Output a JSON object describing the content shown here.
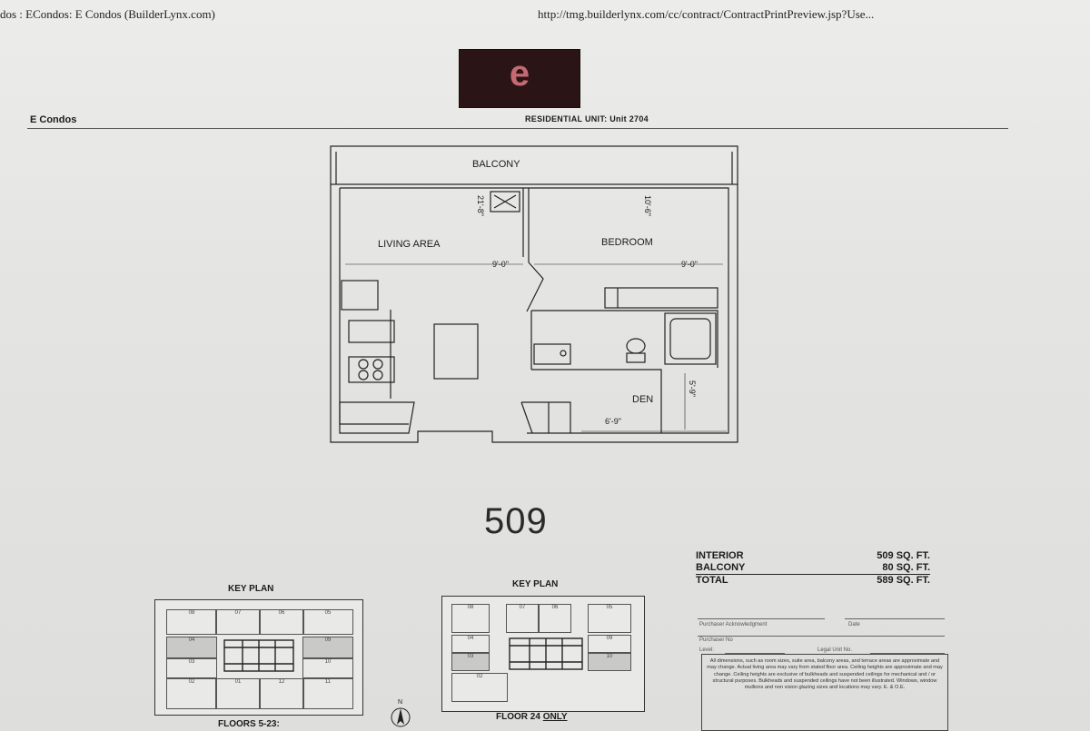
{
  "browser_header": {
    "left": "dos : ECondos: E Condos (BuilderLynx.com)",
    "right": "http://tmg.builderlynx.com/cc/contract/ContractPrintPreview.jsp?Use..."
  },
  "logo": {
    "mark": "e"
  },
  "brand": "E Condos",
  "residential_unit": "RESIDENTIAL UNIT: Unit 2704",
  "plan": {
    "balcony": "BALCONY",
    "living": "LIVING AREA",
    "bedroom": "BEDROOM",
    "den": "DEN",
    "dims": {
      "living_h": "9'-0\"",
      "bed_h": "9'-0\"",
      "den_w": "6'-9\"",
      "living_v": "21'-8\"",
      "bed_v": "10'-6\"",
      "den_v": "5'-9\""
    }
  },
  "unit_number": "509",
  "areas": [
    {
      "label": "INTERIOR",
      "value": "509 SQ. FT."
    },
    {
      "label": "BALCONY",
      "value": "80 SQ. FT."
    },
    {
      "label": "TOTAL",
      "value": "589 SQ. FT."
    }
  ],
  "keyplan1": {
    "title": "KEY PLAN",
    "footer": "FLOORS 5-23:",
    "cells": [
      "08",
      "07",
      "06",
      "05",
      "04",
      "03",
      "02",
      "01",
      "12",
      "11",
      "10",
      "09"
    ]
  },
  "keyplan2": {
    "title": "KEY PLAN",
    "footer_prefix": "FLOOR 24 ",
    "footer_emph": "ONLY",
    "cells": [
      "08",
      "07",
      "06",
      "05",
      "04",
      "03",
      "02",
      "10",
      "09"
    ]
  },
  "north": "N",
  "signature": {
    "purchaser": "Purchaser Acknowledgment",
    "date": "Date",
    "purchaser_no": "Purchaser No",
    "level": "Level:",
    "legal_unit": "Legal Unit No."
  },
  "notes": "All dimensions, such as room sizes, suite area, balcony areas, and terrace areas are approximate and may change. Actual living area may vary from stated floor area. Ceiling heights are approximate and may change. Ceiling heights are exclusive of bulkheads and suspended ceilings for mechanical and / or structural purposes. Bulkheads and suspended ceilings have not been illustrated. Windows, window mullions and non vision glazing sizes and locations may vary. E. & O.E."
}
